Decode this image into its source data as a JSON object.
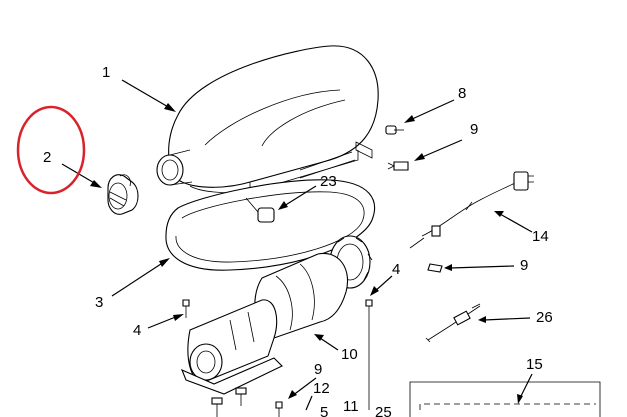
{
  "callouts": {
    "c1": "1",
    "c2": "2",
    "c3": "3",
    "c4a": "4",
    "c4b": "4",
    "c8": "8",
    "c9a": "9",
    "c9b": "9",
    "c9c": "9",
    "c10": "10",
    "c11": "11",
    "c12": "12",
    "c14": "14",
    "c15": "15",
    "c23": "23",
    "c25": "25",
    "c26": "26",
    "c5": "5"
  },
  "highlight": {
    "target": "2",
    "color": "#d9232a"
  },
  "colors": {
    "line": "#000000",
    "background": "#ffffff"
  }
}
